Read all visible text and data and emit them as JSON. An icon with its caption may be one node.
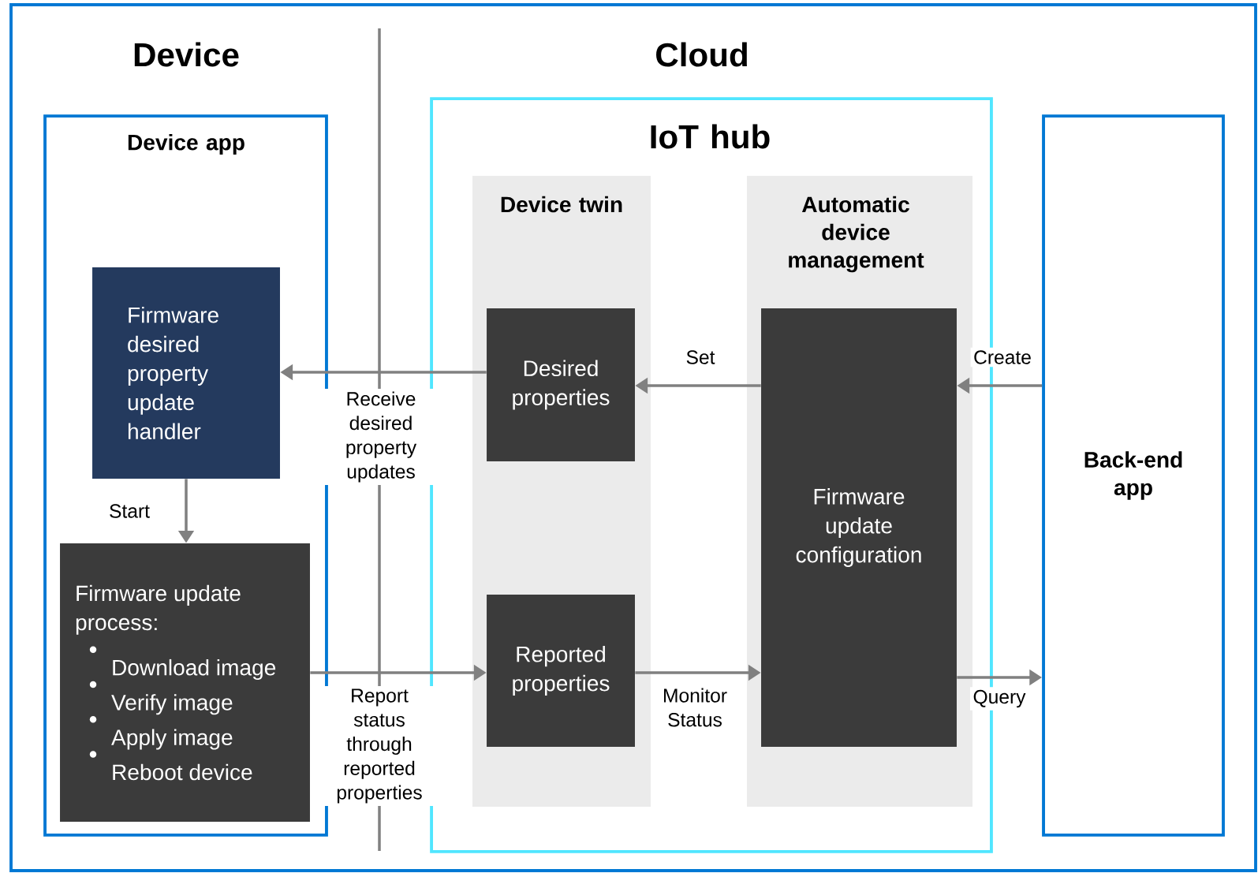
{
  "diagram": {
    "nodes": [
      {
        "text": [
          "Device app"
        ]
      },
      {
        "text": [
          "Firmware desired property update handler"
        ],
        "in": 0
      },
      {
        "text": [
          "Firmware update process:",
          "Download image",
          "Verify image",
          "Apply image",
          "Reboot device"
        ],
        "in": 0
      },
      {
        "text": [
          "IoT hub"
        ]
      },
      {
        "text": [
          "Device twin"
        ],
        "in": 3
      },
      {
        "text": [
          "Desired properties"
        ],
        "in": 4
      },
      {
        "text": [
          "Reported properties"
        ],
        "in": 4
      },
      {
        "text": [
          "Automatic device management"
        ],
        "in": 3
      },
      {
        "text": [
          "Firmware update configuration"
        ],
        "in": 7
      },
      {
        "text": [
          "Back-end app"
        ]
      }
    ],
    "edges": [
      {
        "from": 5,
        "to": 1,
        "arrow": "to",
        "label": "Receive desired property updates"
      },
      {
        "from": 1,
        "to": 2,
        "arrow": "to",
        "label": "Start"
      },
      {
        "from": 2,
        "to": 6,
        "arrow": "to",
        "label": "Report status through reported properties"
      },
      {
        "from": 8,
        "to": 5,
        "arrow": "to",
        "label": "Set"
      },
      {
        "from": 6,
        "to": 8,
        "arrow": "to",
        "label": "Monitor Status"
      },
      {
        "from": 9,
        "to": 8,
        "arrow": "to",
        "label": "Create"
      },
      {
        "from": 8,
        "to": 9,
        "arrow": "to",
        "label": "Query"
      }
    ],
    "labels": [
      "Device",
      "Cloud"
    ]
  }
}
